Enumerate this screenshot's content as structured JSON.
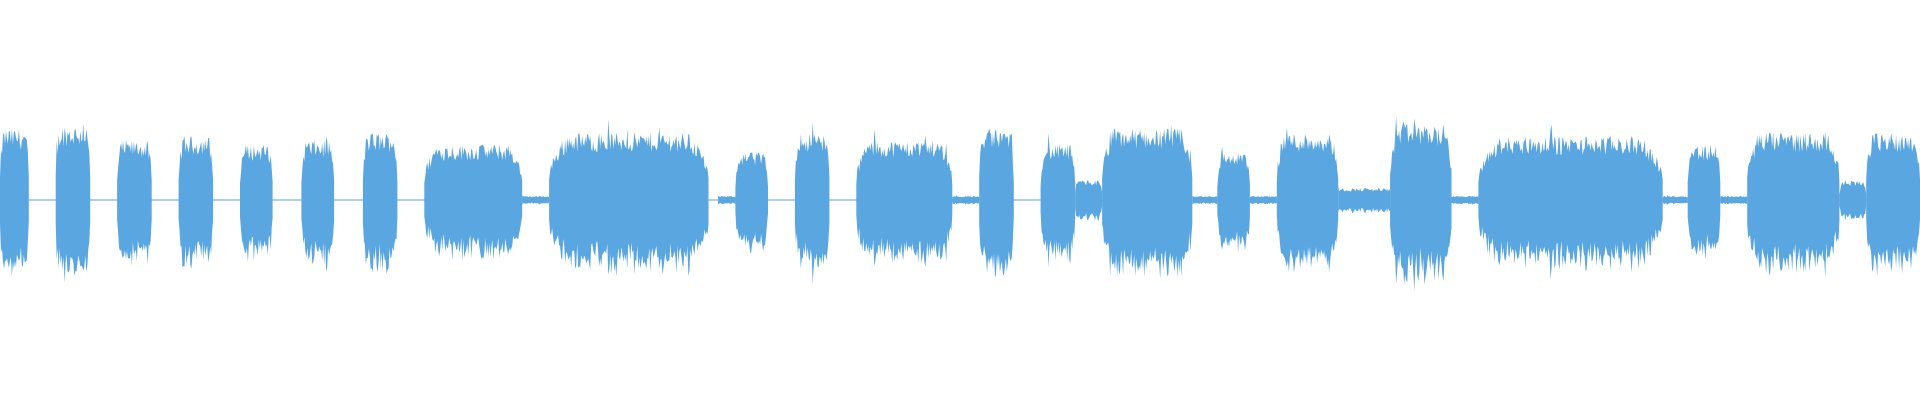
{
  "waveform": {
    "color": "#5aa6e0",
    "background": "#ffffff",
    "duration_fraction_segments": [
      {
        "start": 0.0,
        "end": 0.015,
        "amp": 0.18
      },
      {
        "start": 0.029,
        "end": 0.047,
        "amp": 0.19
      },
      {
        "start": 0.061,
        "end": 0.079,
        "amp": 0.15
      },
      {
        "start": 0.093,
        "end": 0.111,
        "amp": 0.16
      },
      {
        "start": 0.125,
        "end": 0.142,
        "amp": 0.14
      },
      {
        "start": 0.157,
        "end": 0.174,
        "amp": 0.15
      },
      {
        "start": 0.189,
        "end": 0.207,
        "amp": 0.17
      },
      {
        "start": 0.221,
        "end": 0.272,
        "amp": 0.14
      },
      {
        "start": 0.272,
        "end": 0.286,
        "amp": 0.01
      },
      {
        "start": 0.286,
        "end": 0.369,
        "amp": 0.17
      },
      {
        "start": 0.374,
        "end": 0.383,
        "amp": 0.01
      },
      {
        "start": 0.383,
        "end": 0.4,
        "amp": 0.12
      },
      {
        "start": 0.414,
        "end": 0.432,
        "amp": 0.17
      },
      {
        "start": 0.446,
        "end": 0.496,
        "amp": 0.15
      },
      {
        "start": 0.496,
        "end": 0.51,
        "amp": 0.01
      },
      {
        "start": 0.51,
        "end": 0.528,
        "amp": 0.18
      },
      {
        "start": 0.542,
        "end": 0.56,
        "amp": 0.14
      },
      {
        "start": 0.56,
        "end": 0.574,
        "amp": 0.05
      },
      {
        "start": 0.574,
        "end": 0.621,
        "amp": 0.18
      },
      {
        "start": 0.621,
        "end": 0.634,
        "amp": 0.01
      },
      {
        "start": 0.634,
        "end": 0.651,
        "amp": 0.12
      },
      {
        "start": 0.651,
        "end": 0.665,
        "amp": 0.01
      },
      {
        "start": 0.665,
        "end": 0.697,
        "amp": 0.17
      },
      {
        "start": 0.697,
        "end": 0.724,
        "amp": 0.03
      },
      {
        "start": 0.724,
        "end": 0.756,
        "amp": 0.19
      },
      {
        "start": 0.756,
        "end": 0.77,
        "amp": 0.01
      },
      {
        "start": 0.77,
        "end": 0.866,
        "amp": 0.16
      },
      {
        "start": 0.866,
        "end": 0.879,
        "amp": 0.01
      },
      {
        "start": 0.879,
        "end": 0.896,
        "amp": 0.14
      },
      {
        "start": 0.896,
        "end": 0.91,
        "amp": 0.01
      },
      {
        "start": 0.91,
        "end": 0.958,
        "amp": 0.17
      },
      {
        "start": 0.958,
        "end": 0.972,
        "amp": 0.05
      },
      {
        "start": 0.972,
        "end": 1.0,
        "amp": 0.17
      }
    ]
  }
}
